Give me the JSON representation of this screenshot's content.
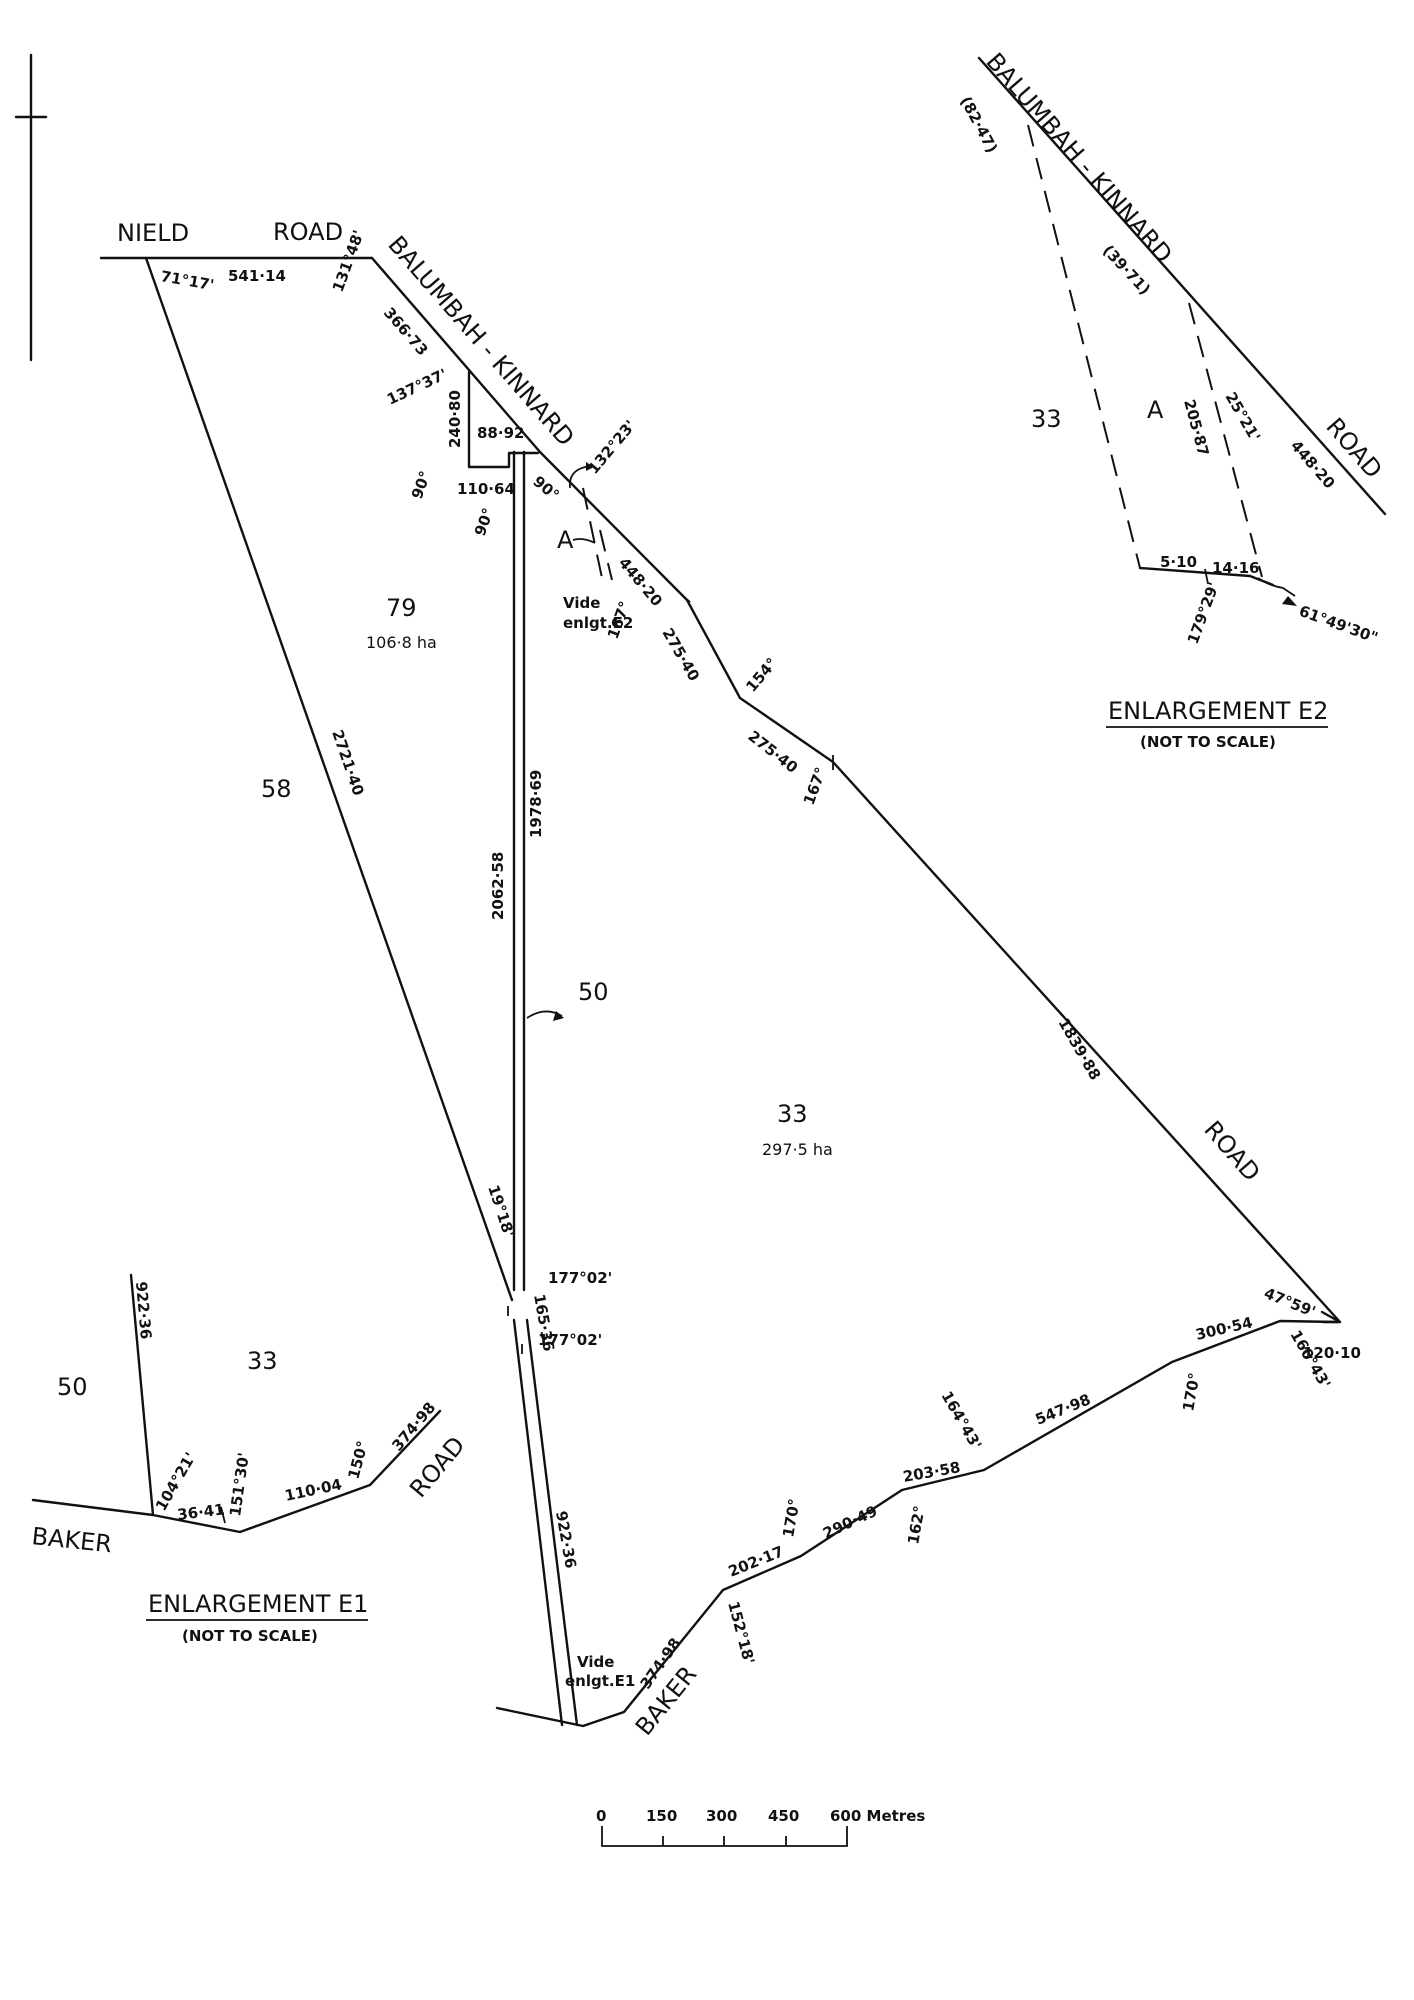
{
  "roads": {
    "nield": "NIELD",
    "road_top": "ROAD",
    "balumbah": "BALUMBAH - KINNARD",
    "road_right": "ROAD",
    "baker": "BAKER",
    "e1_road": "ROAD",
    "e1_baker": "BAKER",
    "e2_balumbah": "BALUMBAH - KINNARD",
    "e2_road": "ROAD"
  },
  "lots": {
    "lot79": "79",
    "lot79_area": "106·8 ha",
    "lot58": "58",
    "lot50": "50",
    "lot33": "33",
    "lot33_area": "297·5 ha",
    "lotA": "A",
    "e1_lot50": "50",
    "e1_lot33": "33",
    "e2_lot33": "33",
    "e2_lotA": "A"
  },
  "dims": {
    "d541": "541·14",
    "a7117": "71°17'",
    "a13148": "131°48'",
    "d36673": "366·73",
    "a13737": "137°37'",
    "d24080": "240·80",
    "d8892": "88·92",
    "a13223": "132°23'",
    "a90a": "90°",
    "d11064": "110·64",
    "a90b": "90°",
    "a90c": "90°",
    "d44820": "448·20",
    "a167a": "167°",
    "d27540a": "275·40",
    "a154": "154°",
    "d27540b": "275·40",
    "a167b": "167°",
    "d272140": "2721·40",
    "d206258": "2062·58",
    "d197869": "1978·69",
    "d183988": "1839·88",
    "a1918": "19°18'",
    "a17702a": "177°02'",
    "d16536": "165·36",
    "a17702b": "177°02'",
    "a4759": "47°59'",
    "d30054": "300·54",
    "a16043": "160°43'",
    "d12010": "120·10",
    "a170a": "170°",
    "d54798": "547·98",
    "a16443": "164°43'",
    "d20358": "203·58",
    "a162": "162°",
    "d29049": "290·49",
    "a170b": "170°",
    "d20217": "202·17",
    "a15218": "152°18'",
    "d37498": "374·98",
    "d92236": "922·36",
    "vide_e1": "Vide",
    "vide_e1b": "enlgt.E1",
    "vide_e2": "Vide",
    "vide_e2b": "enlgt.E2"
  },
  "enlargement_e1": {
    "title": "ENLARGEMENT E1",
    "subtitle": "(NOT TO SCALE)",
    "d92236": "922·36",
    "a10421": "104°21'",
    "d3641": "36·41",
    "a15130": "151°30'",
    "d11004": "110·04",
    "a150": "150°",
    "d37498": "374·98"
  },
  "enlargement_e2": {
    "title": "ENLARGEMENT E2",
    "subtitle": "(NOT TO SCALE)",
    "d8247": "(82·47)",
    "d3971": "(39·71)",
    "d20587": "205·87",
    "a2521": "25°21'",
    "d44820": "448·20",
    "d510": "5·10",
    "d1416": "14·16",
    "a17929": "179°29'",
    "a614930": "61°49'30\""
  },
  "scale_bar": {
    "ticks": [
      "0",
      "150",
      "300",
      "450",
      "600 Metres"
    ]
  }
}
